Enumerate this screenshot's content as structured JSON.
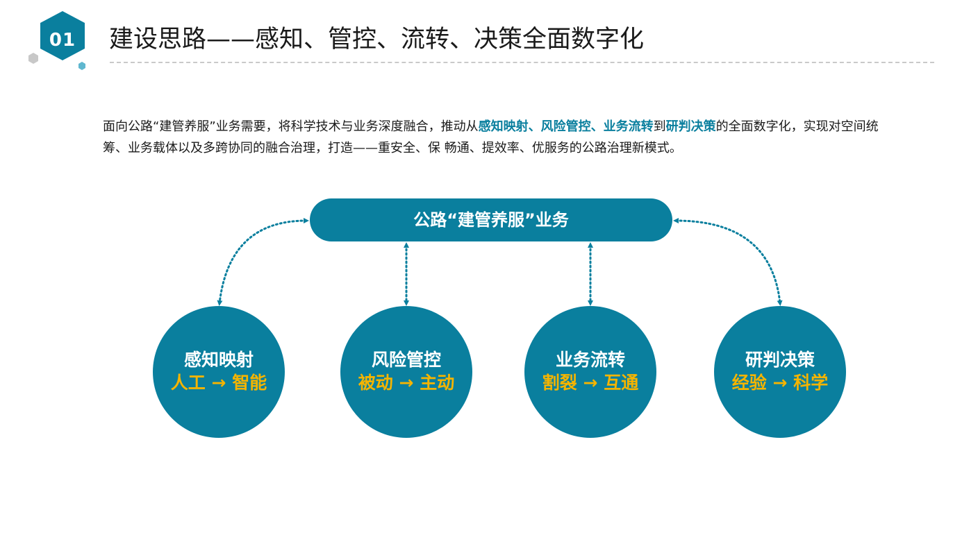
{
  "header": {
    "section_number": "01",
    "title": "建设思路——感知、管控、流转、决策全面数字化"
  },
  "intro": {
    "segments": [
      {
        "text": "面向公路“建管养服”业务需要，将科学技术与业务深度融合，推动从",
        "highlight": false
      },
      {
        "text": "感知映射、风险管控、业务流转",
        "highlight": true
      },
      {
        "text": "到",
        "highlight": false
      },
      {
        "text": "研判决策",
        "highlight": true
      },
      {
        "text": "的全面数字化，实现对空间统筹、业务载体以及多跨协同的融合治理，打造——重安全、保 畅通、提效率、优服务的公路治理新模式。",
        "highlight": false
      }
    ]
  },
  "diagram": {
    "center": {
      "label": "公路“建管养服”业务"
    },
    "nodes": [
      {
        "title": "感知映射",
        "from": "人工",
        "to": "智能"
      },
      {
        "title": "风险管控",
        "from": "被动",
        "to": "主动"
      },
      {
        "title": "业务流转",
        "from": "割裂",
        "to": "互通"
      },
      {
        "title": "研判决策",
        "from": "经验",
        "to": "科学"
      }
    ],
    "arrow_glyph": "→"
  },
  "colors": {
    "primary": "#0a7f9e",
    "highlight_text": "#0a7f9e",
    "accent_yellow": "#f5b400",
    "badge_gray": "#c8c8c8",
    "badge_light": "#5fb7cf",
    "rule": "#c9c9c9"
  }
}
